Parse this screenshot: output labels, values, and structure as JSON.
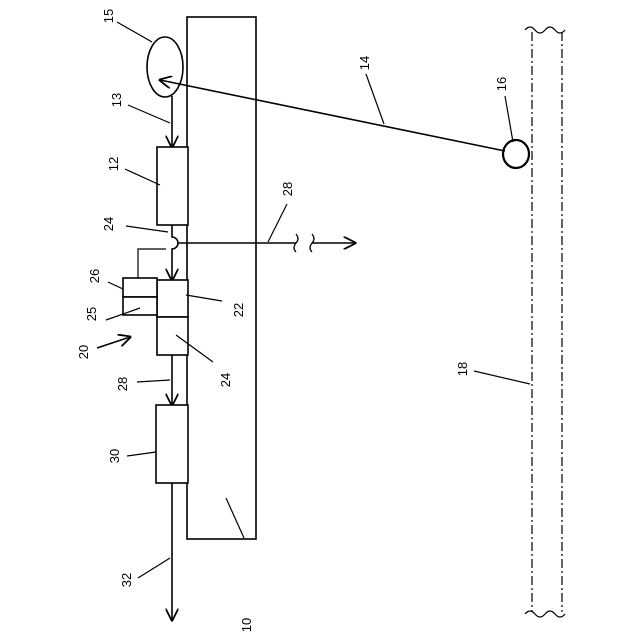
{
  "labels": {
    "l10": "10",
    "l12": "12",
    "l13": "13",
    "l14": "14",
    "l15": "15",
    "l16": "16",
    "l18": "18",
    "l20": "20",
    "l22": "22",
    "l24a": "24",
    "l24b": "24",
    "l25": "25",
    "l26": "26",
    "l28a": "28",
    "l28b": "28",
    "l30": "30",
    "l32": "32"
  }
}
